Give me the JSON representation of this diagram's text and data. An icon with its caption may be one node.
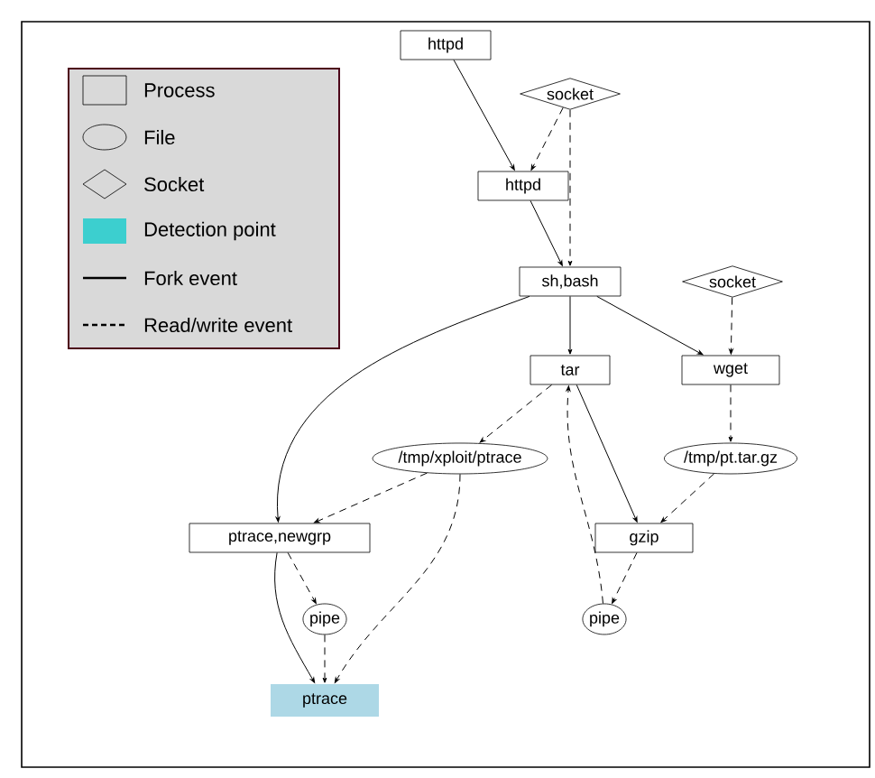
{
  "diagram": {
    "nodes": [
      {
        "text": [
          "httpd"
        ]
      },
      {
        "text": [
          "socket"
        ]
      },
      {
        "text": [
          "httpd"
        ]
      },
      {
        "text": [
          "sh,bash"
        ]
      },
      {
        "text": [
          "socket"
        ]
      },
      {
        "text": [
          "tar"
        ]
      },
      {
        "text": [
          "wget"
        ]
      },
      {
        "text": [
          "/tmp/xploit/ptrace"
        ]
      },
      {
        "text": [
          "/tmp/pt.tar.gz"
        ]
      },
      {
        "text": [
          "ptrace,newgrp"
        ]
      },
      {
        "text": [
          "gzip"
        ]
      },
      {
        "text": [
          "pipe"
        ]
      },
      {
        "text": [
          "pipe"
        ]
      },
      {
        "text": [
          "ptrace"
        ]
      }
    ],
    "edges": [
      {
        "from": 0,
        "to": 2,
        "arrow": "to"
      },
      {
        "from": 1,
        "to": 2,
        "arrow": "to",
        "style": "dashed"
      },
      {
        "from": 1,
        "to": 3,
        "arrow": "to",
        "style": "dashed"
      },
      {
        "from": 2,
        "to": 3,
        "arrow": "to"
      },
      {
        "from": 3,
        "to": 5,
        "arrow": "to"
      },
      {
        "from": 3,
        "to": 6,
        "arrow": "to"
      },
      {
        "from": 3,
        "to": 9,
        "arrow": "to"
      },
      {
        "from": 4,
        "to": 6,
        "arrow": "to",
        "style": "dashed"
      },
      {
        "from": 5,
        "to": 7,
        "arrow": "to",
        "style": "dashed"
      },
      {
        "from": 6,
        "to": 8,
        "arrow": "to",
        "style": "dashed"
      },
      {
        "from": 5,
        "to": 10,
        "arrow": "to"
      },
      {
        "from": 8,
        "to": 10,
        "arrow": "to",
        "style": "dashed"
      },
      {
        "from": 12,
        "to": 5,
        "arrow": "to",
        "style": "dashed"
      },
      {
        "from": 7,
        "to": 9,
        "arrow": "to",
        "style": "dashed"
      },
      {
        "from": 7,
        "to": 13,
        "arrow": "to",
        "style": "dashed"
      },
      {
        "from": 9,
        "to": 11,
        "arrow": "to",
        "style": "dashed"
      },
      {
        "from": 9,
        "to": 13,
        "arrow": "to"
      },
      {
        "from": 11,
        "to": 13,
        "arrow": "to",
        "style": "dashed"
      },
      {
        "from": 10,
        "to": 12,
        "arrow": "to",
        "style": "dashed"
      }
    ],
    "legend": [
      {
        "text": "Process"
      },
      {
        "text": "File"
      },
      {
        "text": "Socket"
      },
      {
        "text": "Detection point",
        "color": "#3ccfcf"
      },
      {
        "text": "Fork event"
      },
      {
        "text": "Read/write event"
      }
    ]
  }
}
